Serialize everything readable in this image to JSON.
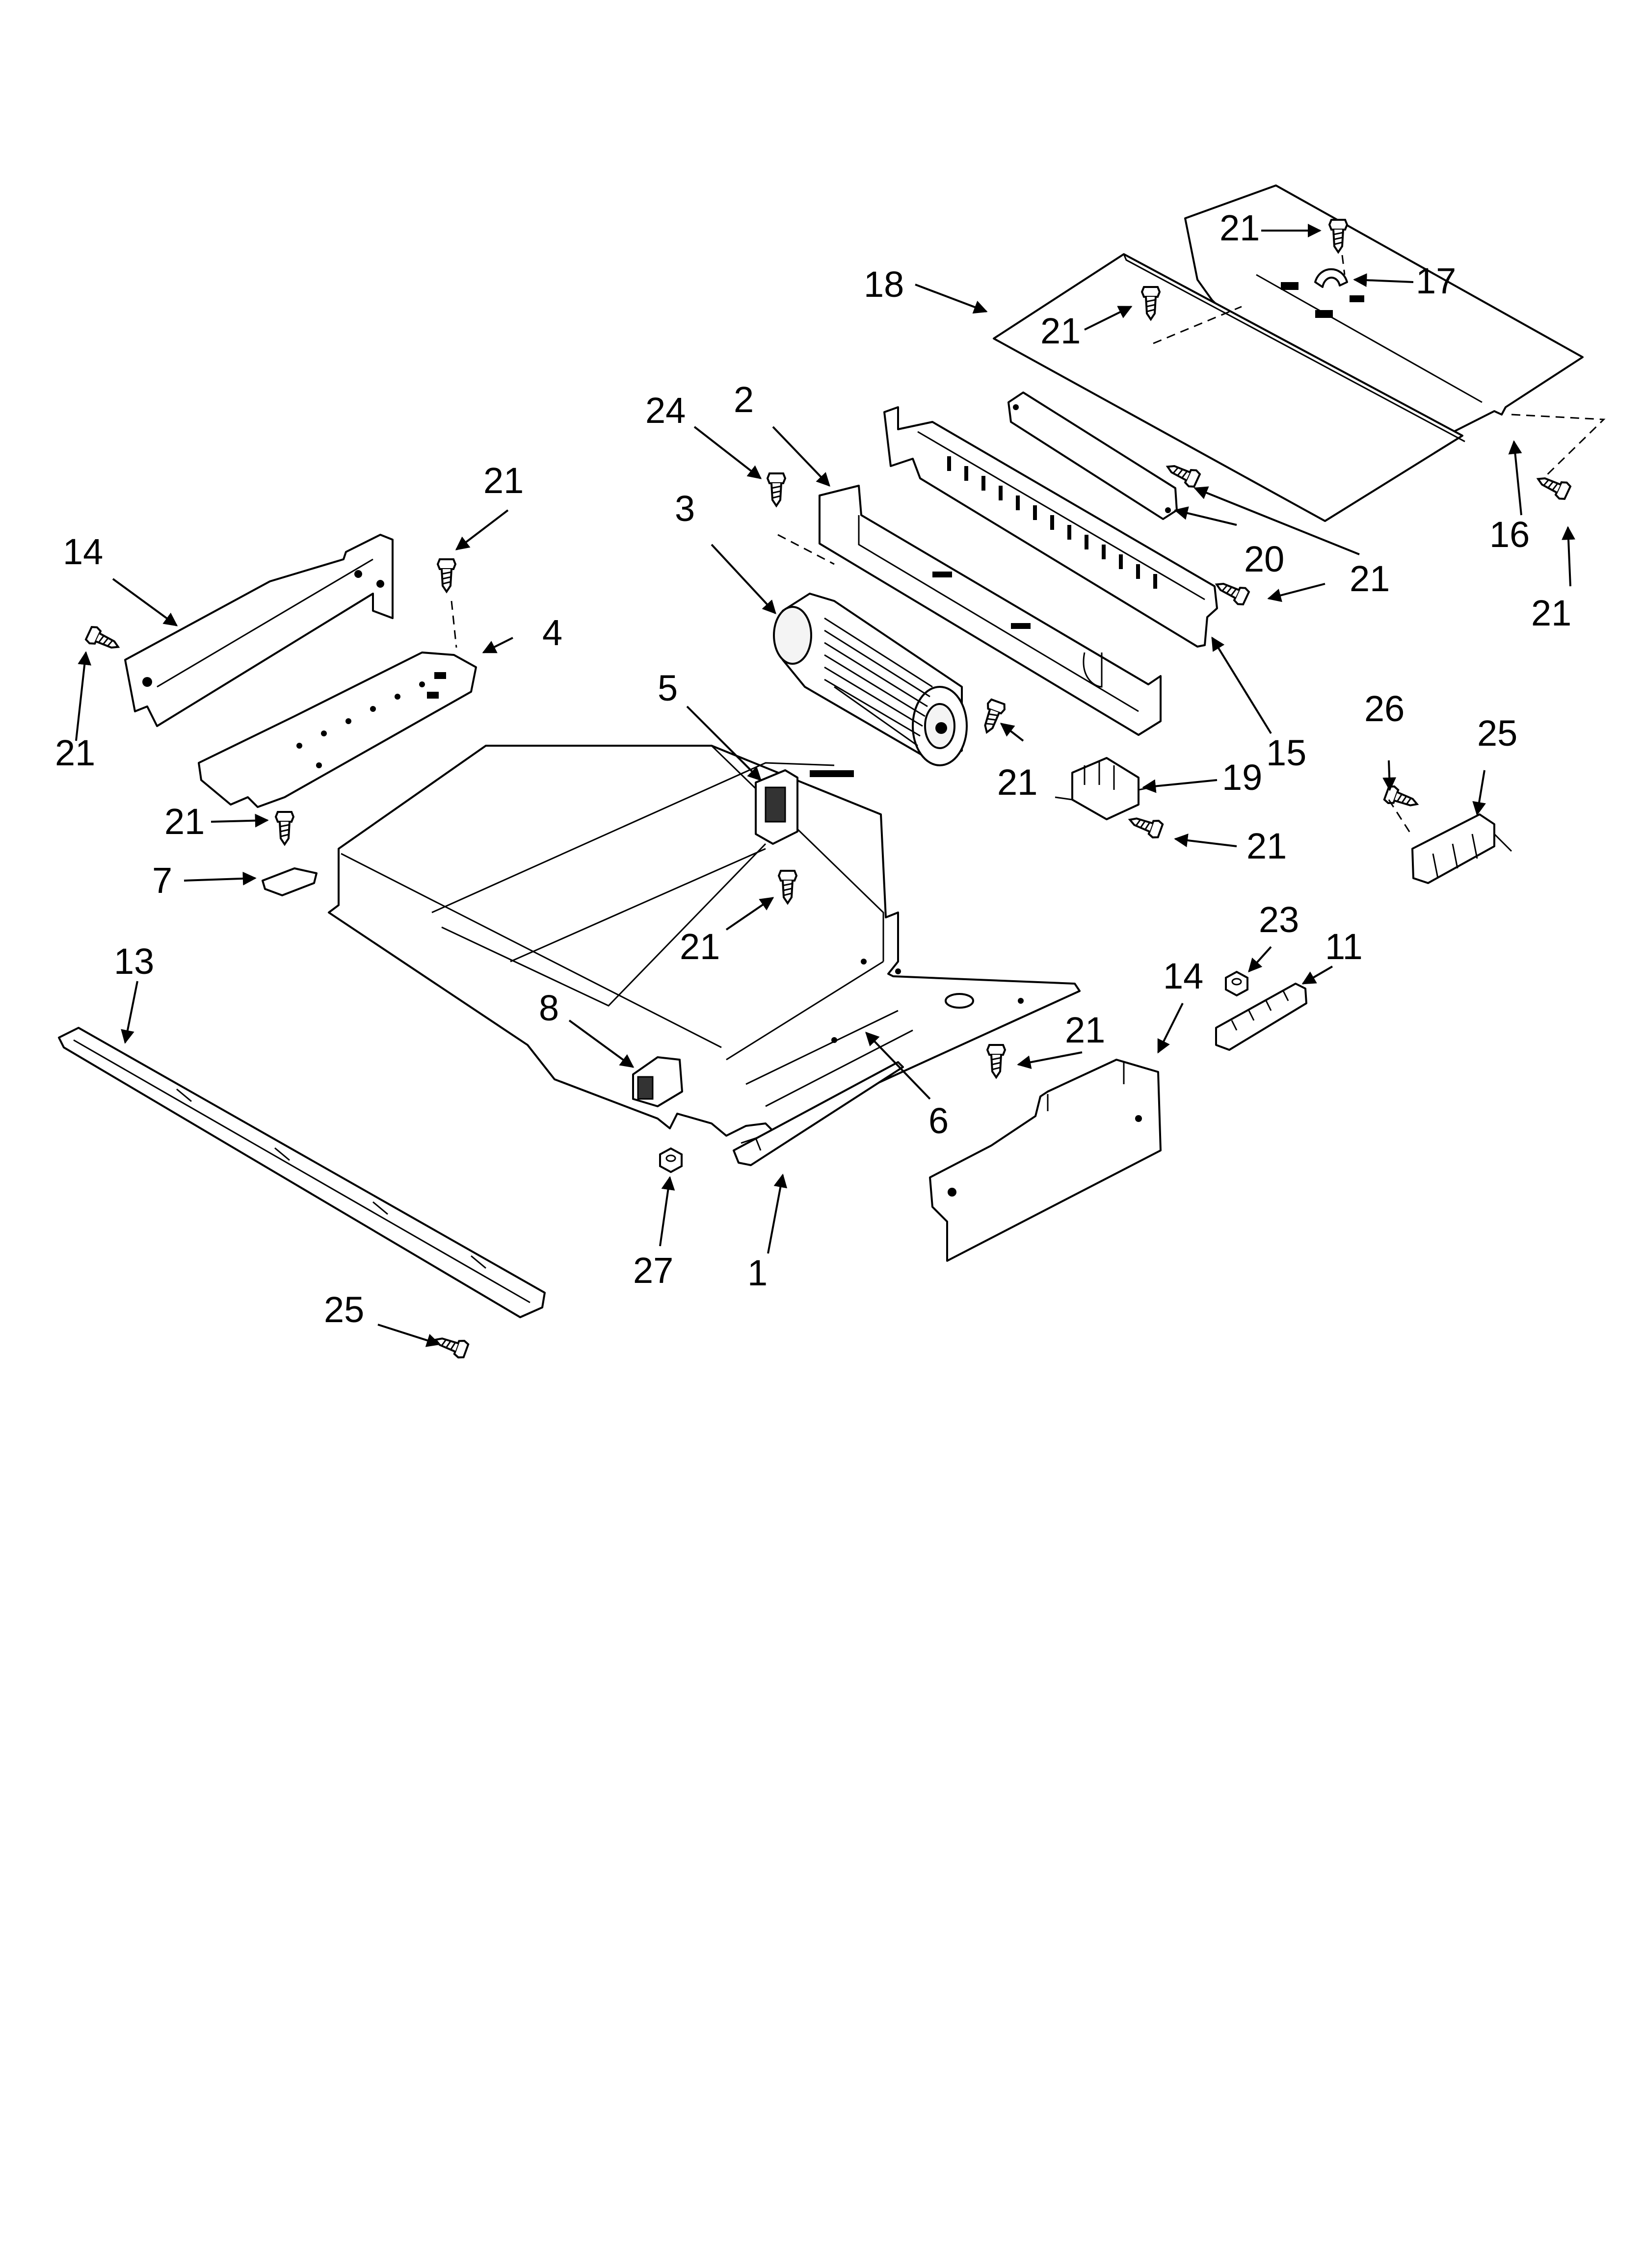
{
  "diagram": {
    "callouts": [
      {
        "id": "c18",
        "label": "18"
      },
      {
        "id": "c21a",
        "label": "21"
      },
      {
        "id": "c17",
        "label": "17"
      },
      {
        "id": "c21b",
        "label": "21"
      },
      {
        "id": "c24",
        "label": "24"
      },
      {
        "id": "c2",
        "label": "2"
      },
      {
        "id": "c3",
        "label": "3"
      },
      {
        "id": "c20",
        "label": "20"
      },
      {
        "id": "c21c",
        "label": "21"
      },
      {
        "id": "c16",
        "label": "16"
      },
      {
        "id": "c21d",
        "label": "21"
      },
      {
        "id": "c21e",
        "label": "21"
      },
      {
        "id": "c15",
        "label": "15"
      },
      {
        "id": "c21f",
        "label": "21"
      },
      {
        "id": "c19",
        "label": "19"
      },
      {
        "id": "c21g",
        "label": "21"
      },
      {
        "id": "c14a",
        "label": "14"
      },
      {
        "id": "c21h",
        "label": "21"
      },
      {
        "id": "c4",
        "label": "4"
      },
      {
        "id": "c21i",
        "label": "21"
      },
      {
        "id": "c5",
        "label": "5"
      },
      {
        "id": "c26",
        "label": "26"
      },
      {
        "id": "c25a",
        "label": "25"
      },
      {
        "id": "c21j",
        "label": "21"
      },
      {
        "id": "c7",
        "label": "7"
      },
      {
        "id": "c21k",
        "label": "21"
      },
      {
        "id": "c13",
        "label": "13"
      },
      {
        "id": "c23",
        "label": "23"
      },
      {
        "id": "c11",
        "label": "11"
      },
      {
        "id": "c14b",
        "label": "14"
      },
      {
        "id": "c8",
        "label": "8"
      },
      {
        "id": "c21l",
        "label": "21"
      },
      {
        "id": "c6",
        "label": "6"
      },
      {
        "id": "c27",
        "label": "27"
      },
      {
        "id": "c1",
        "label": "1"
      },
      {
        "id": "c25b",
        "label": "25"
      }
    ]
  }
}
